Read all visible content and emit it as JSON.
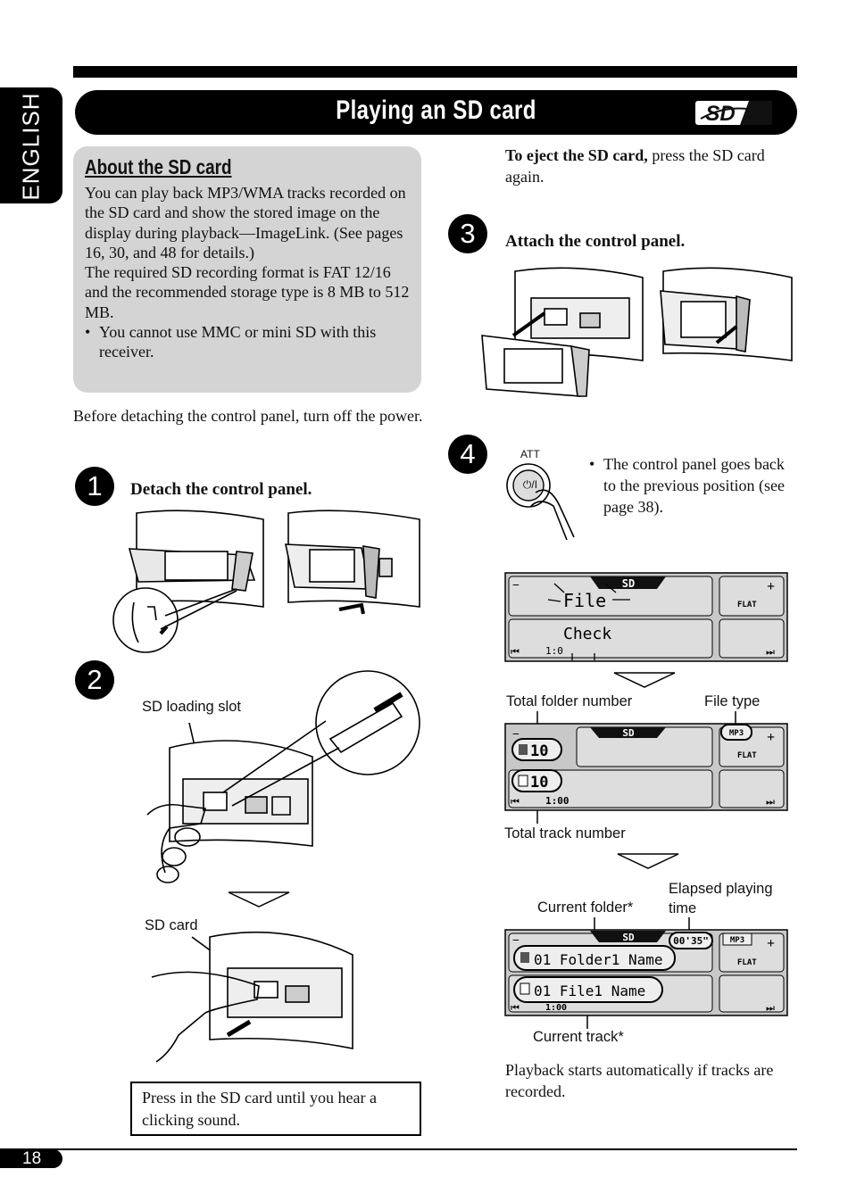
{
  "page": {
    "title": "Playing an SD card",
    "language_tab": "ENGLISH",
    "page_number": "18"
  },
  "about": {
    "heading": "About the SD card",
    "para1": "You can play back MP3/WMA tracks recorded on the SD card and show the stored image on the display during playback—ImageLink. (See pages 16, 30, and 48 for details.)",
    "para2": "The required SD recording format is FAT 12/16 and the recommended storage type is 8 MB to 512 MB.",
    "bullet": "You cannot use MMC or mini SD with this receiver."
  },
  "before_detach": "Before detaching the control panel, turn off the power.",
  "steps": [
    {
      "num": "1",
      "title": "Detach the control panel."
    },
    {
      "num": "2",
      "title": ""
    },
    {
      "num": "3",
      "title": "Attach the control panel."
    },
    {
      "num": "4",
      "title": ""
    }
  ],
  "labels": {
    "sd_loading_slot": "SD loading slot",
    "sd_card": "SD card",
    "press_note": "Press in the SD card until you hear a clicking sound.",
    "eject_bold": "To eject the SD card,",
    "eject_rest": " press the SD card again.",
    "att": "ATT",
    "power_symbol": "⏻/I",
    "step4_bullet": "The control panel goes back to the previous position (see page 38).",
    "total_folder_number": "Total folder number",
    "file_type": "File type",
    "total_track_number": "Total track number",
    "elapsed_playing_time": "Elapsed playing time",
    "current_folder": "Current folder*",
    "current_track": "Current track*",
    "playback_note": "Playback starts automatically if tracks are recorded."
  },
  "displays": {
    "d1": {
      "source": "SD",
      "line1": "File",
      "line2": "Check",
      "time": "1:0",
      "eq": "FLAT"
    },
    "d2": {
      "source": "SD",
      "folders": "10",
      "tracks": "10",
      "time": "1:00",
      "eq": "FLAT",
      "file_type": "MP3"
    },
    "d3": {
      "source": "SD",
      "folder_name": "01 Folder1 Name",
      "file_name": "01 File1 Name",
      "elapsed": "00'35\"",
      "time": "1:00",
      "eq": "FLAT",
      "file_type": "MP3"
    }
  }
}
